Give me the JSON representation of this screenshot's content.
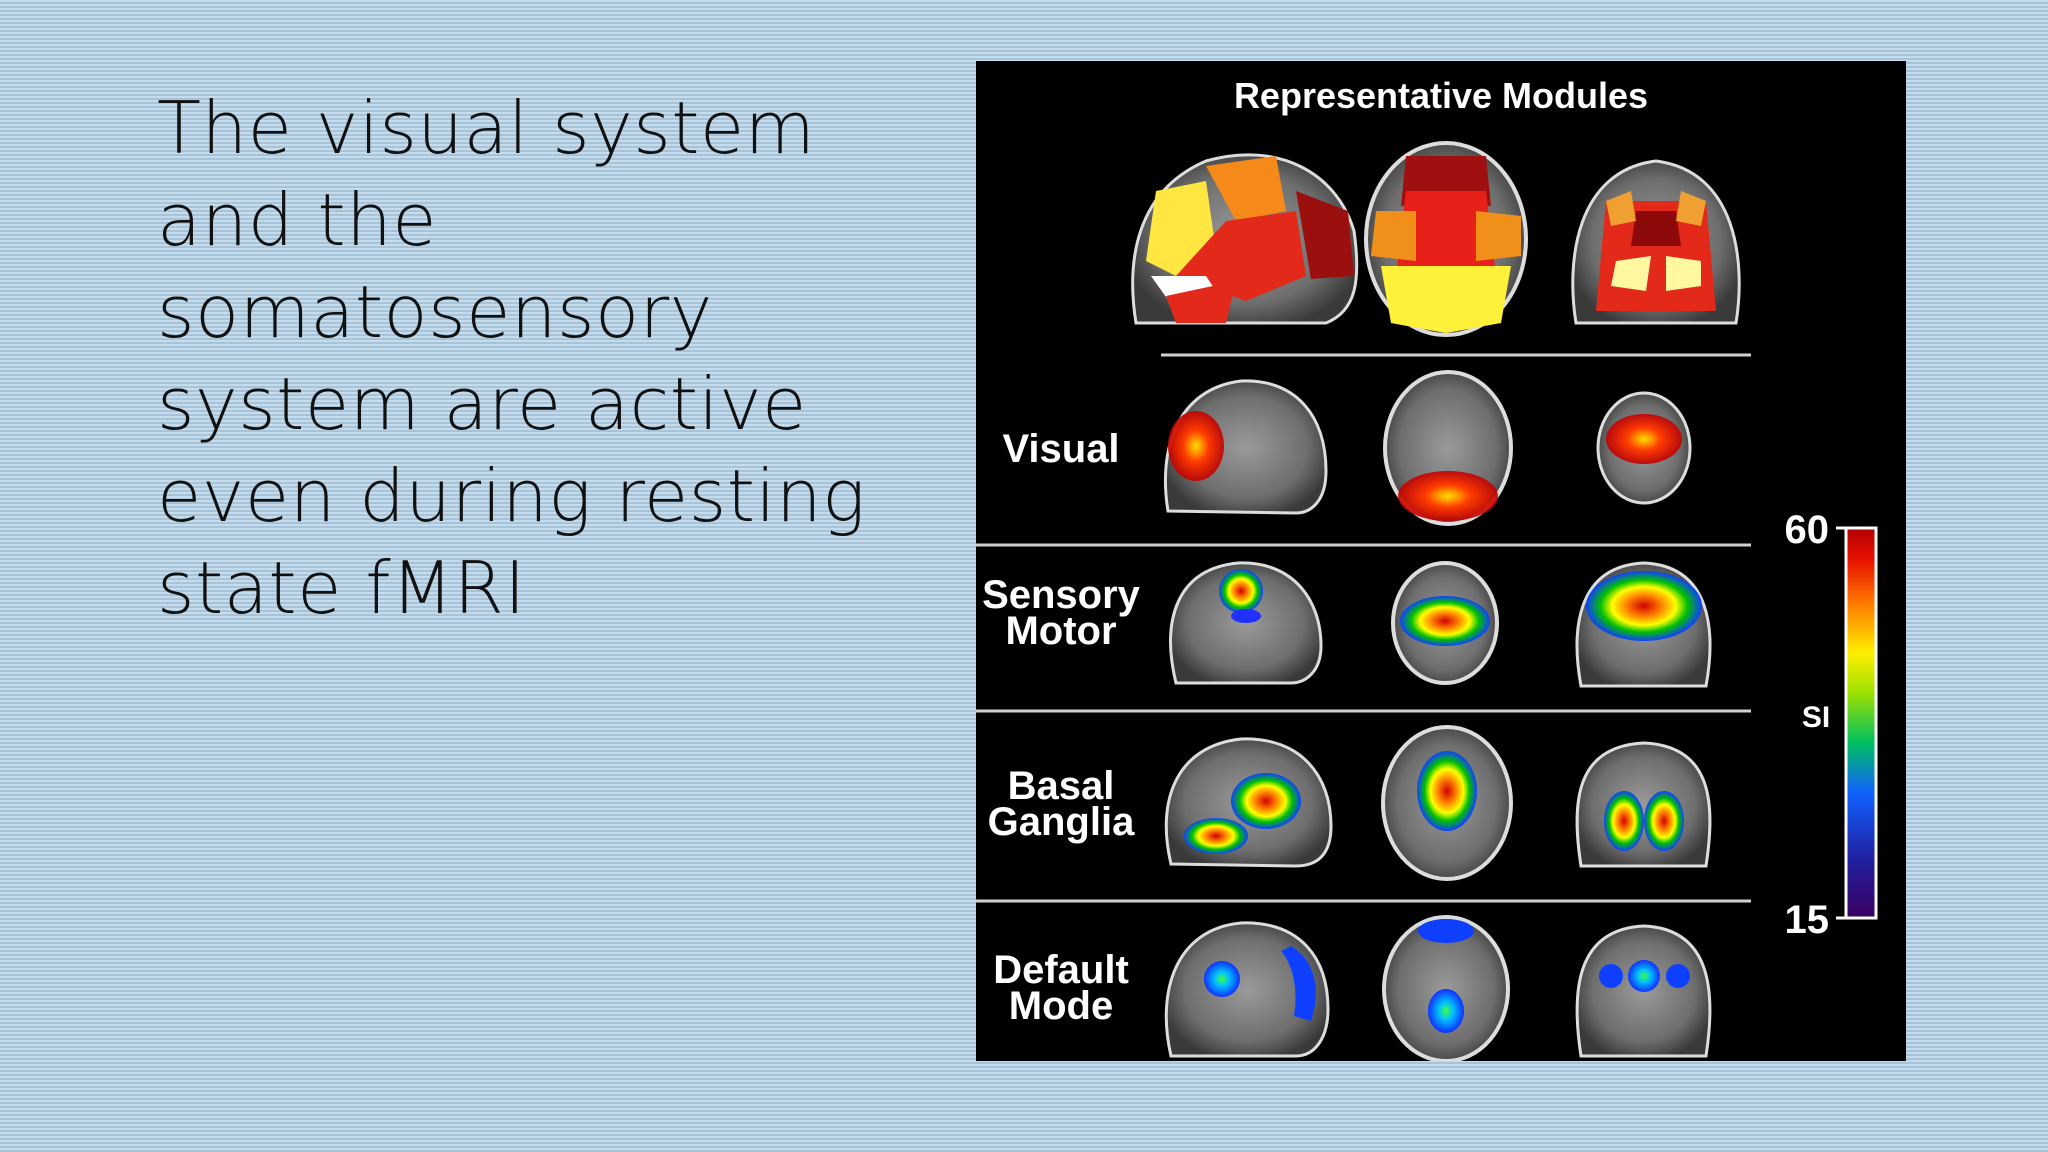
{
  "slide": {
    "text": "The visual system and the somatosensory system are active even during resting state fMRI"
  },
  "figure": {
    "title": "Representative Modules",
    "rows": [
      {
        "label_line1": "",
        "label_line2": ""
      },
      {
        "label_line1": "Visual",
        "label_line2": ""
      },
      {
        "label_line1": "Sensory",
        "label_line2": "Motor"
      },
      {
        "label_line1": "Basal",
        "label_line2": "Ganglia"
      },
      {
        "label_line1": "Default",
        "label_line2": "Mode"
      }
    ],
    "colorbar": {
      "max": "60",
      "min": "15",
      "label": "SI"
    },
    "colors": {
      "background": "#000000",
      "slide_bg": "#b3cde0"
    }
  }
}
